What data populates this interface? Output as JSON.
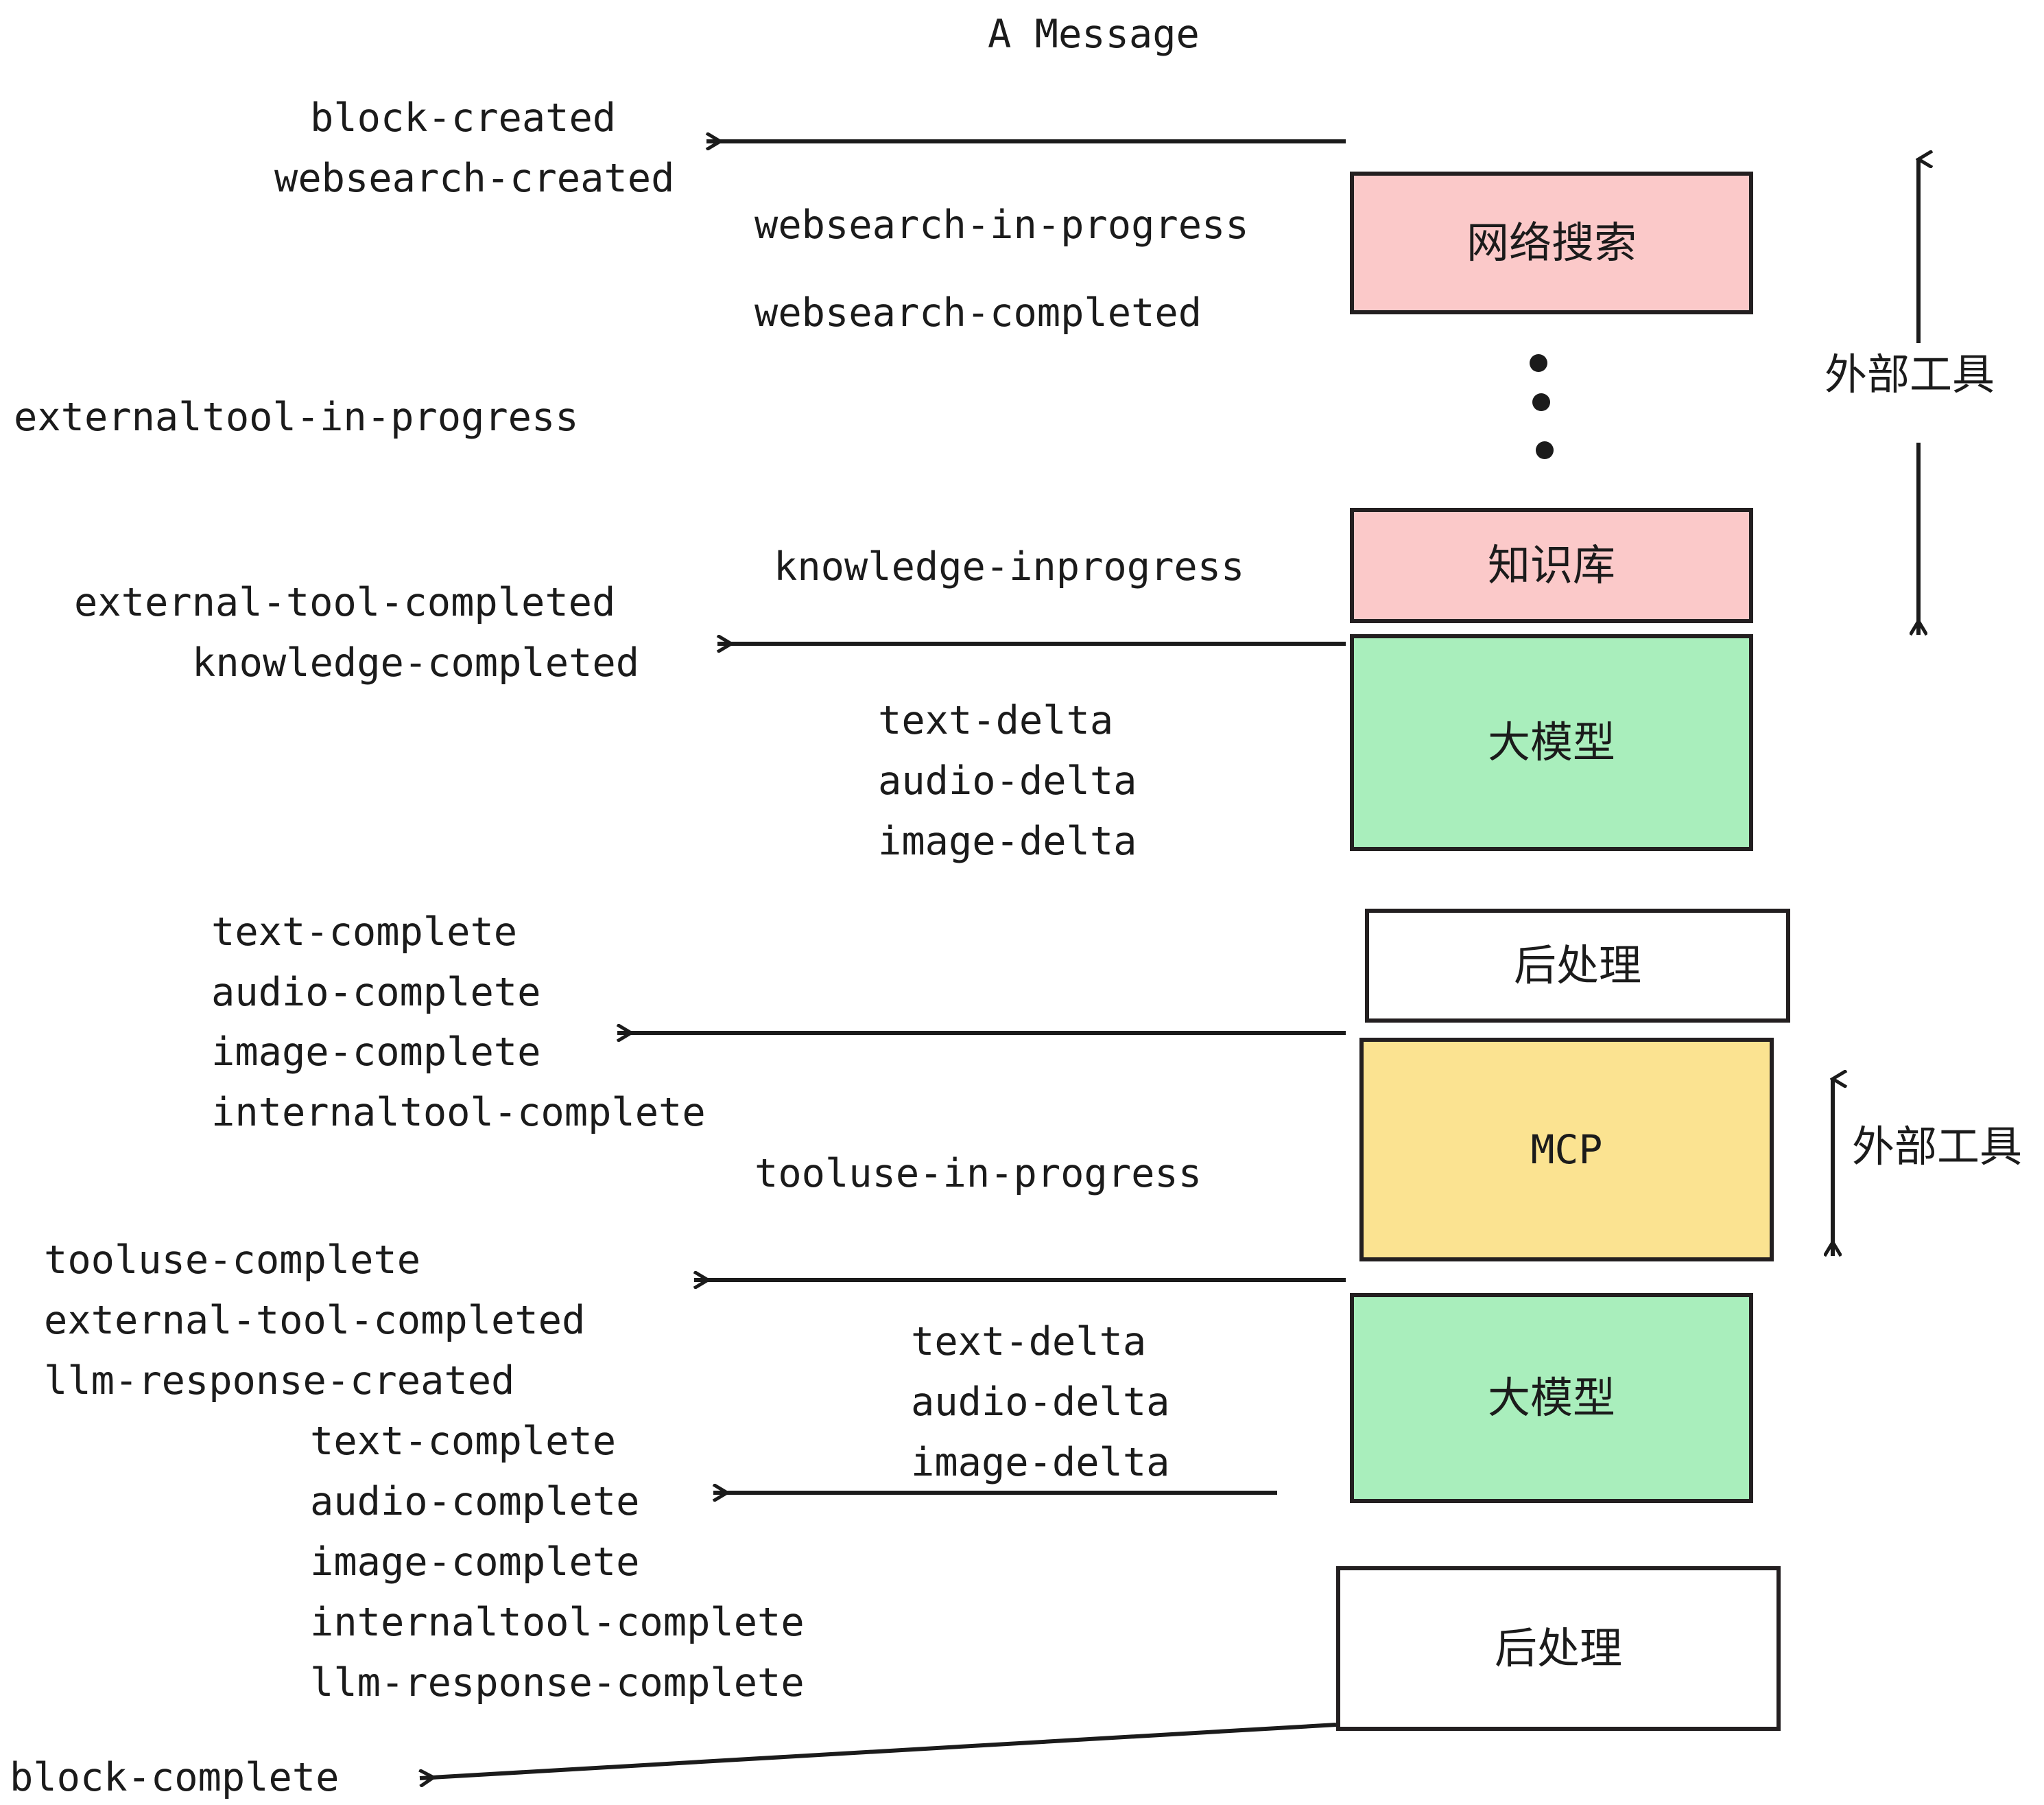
{
  "title": "A Message",
  "boxes": [
    {
      "id": "websearch",
      "label": "网络搜索",
      "fill": "#fbc9c9"
    },
    {
      "id": "knowledge",
      "label": "知识库",
      "fill": "#fbc9c9"
    },
    {
      "id": "llm-top",
      "label": "大模型",
      "fill": "#a9eebc"
    },
    {
      "id": "postprocess-1",
      "label": "后处理",
      "fill": "#ffffff"
    },
    {
      "id": "mcp",
      "label": "MCP",
      "fill": "#fbe391"
    },
    {
      "id": "llm-bottom",
      "label": "大模型",
      "fill": "#a9eebc"
    },
    {
      "id": "postprocess-2",
      "label": "后处理",
      "fill": "#ffffff"
    }
  ],
  "side_labels": [
    {
      "id": "external-tools-top",
      "label": "外部工具"
    },
    {
      "id": "external-tools-bottom",
      "label": "外部工具"
    }
  ],
  "events": [
    {
      "id": "block-created",
      "label": "block-created"
    },
    {
      "id": "websearch-created",
      "label": "websearch-created"
    },
    {
      "id": "websearch-in-progress",
      "label": "websearch-in-progress"
    },
    {
      "id": "websearch-completed",
      "label": "websearch-completed"
    },
    {
      "id": "externaltool-in-progress",
      "label": "externaltool-in-progress"
    },
    {
      "id": "knowledge-inprogress",
      "label": "knowledge-inprogress"
    },
    {
      "id": "external-tool-completed-1",
      "label": "external-tool-completed"
    },
    {
      "id": "knowledge-completed",
      "label": "knowledge-completed"
    },
    {
      "id": "text-delta-1",
      "label": "text-delta"
    },
    {
      "id": "audio-delta-1",
      "label": "audio-delta"
    },
    {
      "id": "image-delta-1",
      "label": "image-delta"
    },
    {
      "id": "text-complete-1",
      "label": "text-complete"
    },
    {
      "id": "audio-complete-1",
      "label": "audio-complete"
    },
    {
      "id": "image-complete-1",
      "label": "image-complete"
    },
    {
      "id": "internaltool-complete-1",
      "label": "internaltool-complete"
    },
    {
      "id": "tooluse-in-progress",
      "label": "tooluse-in-progress"
    },
    {
      "id": "tooluse-complete",
      "label": "tooluse-complete"
    },
    {
      "id": "external-tool-completed-2",
      "label": "external-tool-completed"
    },
    {
      "id": "llm-response-created",
      "label": "llm-response-created"
    },
    {
      "id": "text-delta-2",
      "label": "text-delta"
    },
    {
      "id": "audio-delta-2",
      "label": "audio-delta"
    },
    {
      "id": "image-delta-2",
      "label": "image-delta"
    },
    {
      "id": "text-complete-2",
      "label": "text-complete"
    },
    {
      "id": "audio-complete-2",
      "label": "audio-complete"
    },
    {
      "id": "image-complete-2",
      "label": "image-complete"
    },
    {
      "id": "internaltool-complete-2",
      "label": "internaltool-complete"
    },
    {
      "id": "llm-response-complete",
      "label": "llm-response-complete"
    },
    {
      "id": "block-complete",
      "label": "block-complete"
    }
  ],
  "colors": {
    "stroke": "#231f20",
    "text": "#1b1b1b",
    "pink": "#fbc9c9",
    "green": "#a9eebc",
    "yellow": "#fbe391",
    "white": "#ffffff",
    "background": "#ffffff"
  }
}
